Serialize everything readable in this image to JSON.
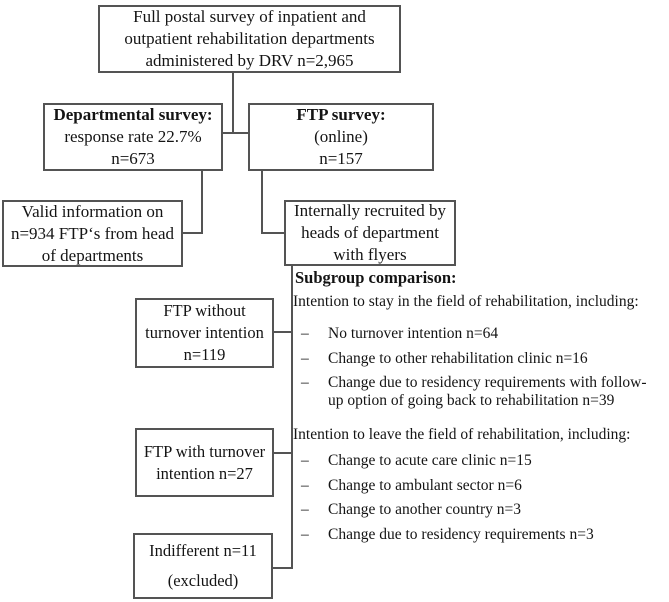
{
  "diagram": {
    "colors": {
      "line": "#545454",
      "text": "#141414",
      "background": "#ffffff"
    },
    "nodes": {
      "full_survey": {
        "text": "Full postal survey of inpatient and outpatient rehabilitation departments administered by DRV n=2,965"
      },
      "departmental": {
        "title": "Departmental survey:",
        "line2": "response rate 22.7%",
        "line3": "n=673"
      },
      "ftp_survey": {
        "title": "FTP survey:",
        "line2": "(online)",
        "line3": "n=157"
      },
      "valid_info": {
        "text": "Valid information on n=934 FTP‘s from head of departments"
      },
      "internal_recruit": {
        "text": "Internally recruited by heads of department with flyers"
      },
      "ftp_without": {
        "text": "FTP without turnover intention n=119"
      },
      "ftp_with": {
        "text": "FTP with turnover intention n=27"
      },
      "indifferent": {
        "line1": "Indifferent n=11",
        "line2": "(excluded)"
      }
    },
    "subgroup": {
      "heading": "Subgroup comparison:",
      "bullet": "–",
      "stay": {
        "intro": "Intention to stay in the field of rehabilitation, including:",
        "items": [
          "No turnover intention n=64",
          "Change to other rehabilitation clinic n=16",
          "Change due to residency requirements with follow-up option of going back to rehabilitation n=39"
        ]
      },
      "leave": {
        "intro": "Intention to leave the field of rehabilitation, including:",
        "items": [
          "Change to acute care clinic n=15",
          "Change to ambulant sector n=6",
          "Change to another country n=3",
          "Change due to residency requirements n=3"
        ]
      }
    }
  }
}
